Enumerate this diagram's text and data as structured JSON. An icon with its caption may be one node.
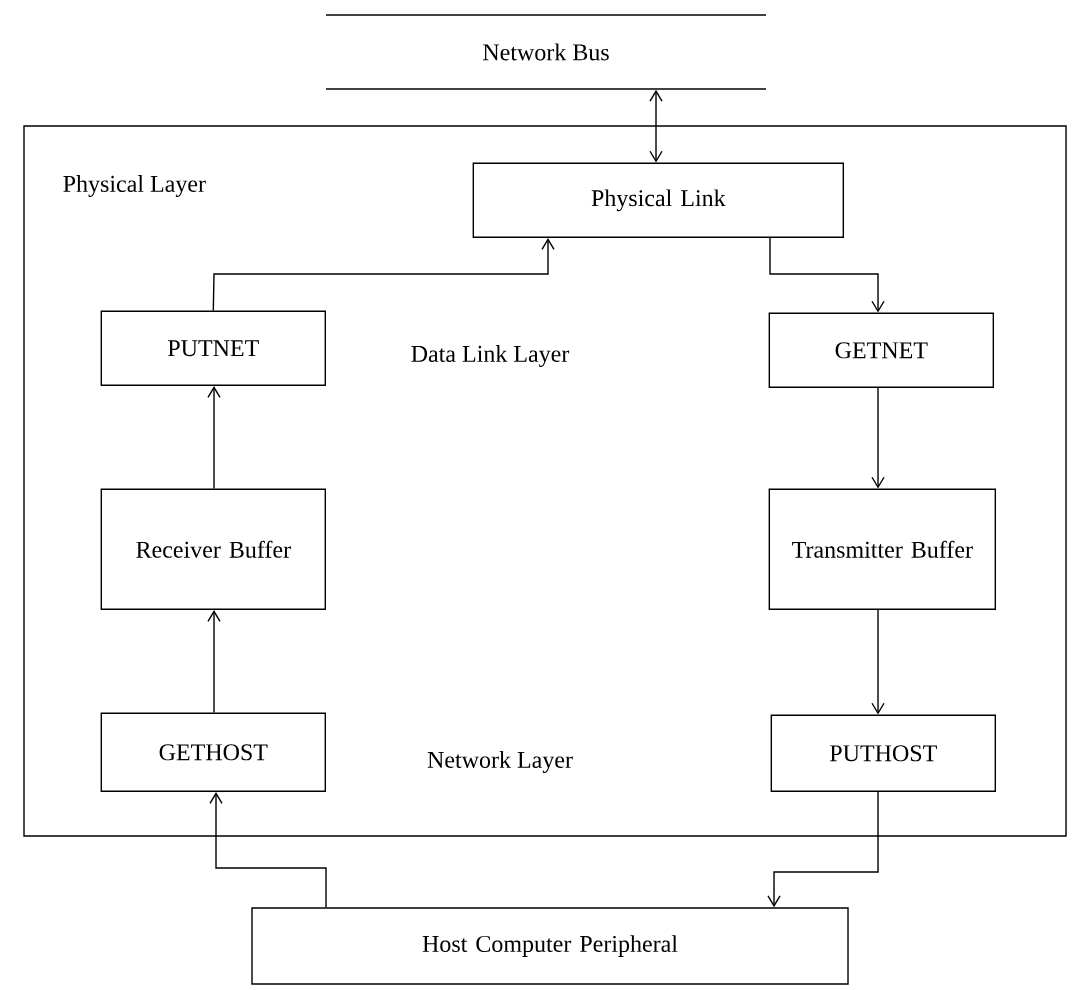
{
  "diagram": {
    "nodes": [
      {
        "text": [
          "Network Bus"
        ]
      },
      {
        "text": [
          "Physical Layer"
        ]
      },
      {
        "text": [
          "Physical Link"
        ],
        "in": 1
      },
      {
        "text": [
          "PUTNET"
        ],
        "in": 1
      },
      {
        "text": [
          "GETNET"
        ],
        "in": 1
      },
      {
        "text": [
          "Receiver Buffer"
        ],
        "in": 1
      },
      {
        "text": [
          "Transmitter Buffer"
        ],
        "in": 1
      },
      {
        "text": [
          "GETHOST"
        ],
        "in": 1
      },
      {
        "text": [
          "PUTHOST"
        ],
        "in": 1
      },
      {
        "text": [
          "Host Computer Peripheral"
        ]
      }
    ],
    "edges": [
      {
        "from": 0,
        "to": 2,
        "arrow": "both"
      },
      {
        "from": 3,
        "to": 2,
        "arrow": "to"
      },
      {
        "from": 2,
        "to": 4,
        "arrow": "to"
      },
      {
        "from": 5,
        "to": 3,
        "arrow": "to"
      },
      {
        "from": 4,
        "to": 6,
        "arrow": "to"
      },
      {
        "from": 7,
        "to": 5,
        "arrow": "to"
      },
      {
        "from": 6,
        "to": 8,
        "arrow": "to"
      },
      {
        "from": 9,
        "to": 7,
        "arrow": "to"
      },
      {
        "from": 8,
        "to": 9,
        "arrow": "to"
      }
    ],
    "labels": [
      "Data Link Layer",
      "Network Layer"
    ]
  }
}
